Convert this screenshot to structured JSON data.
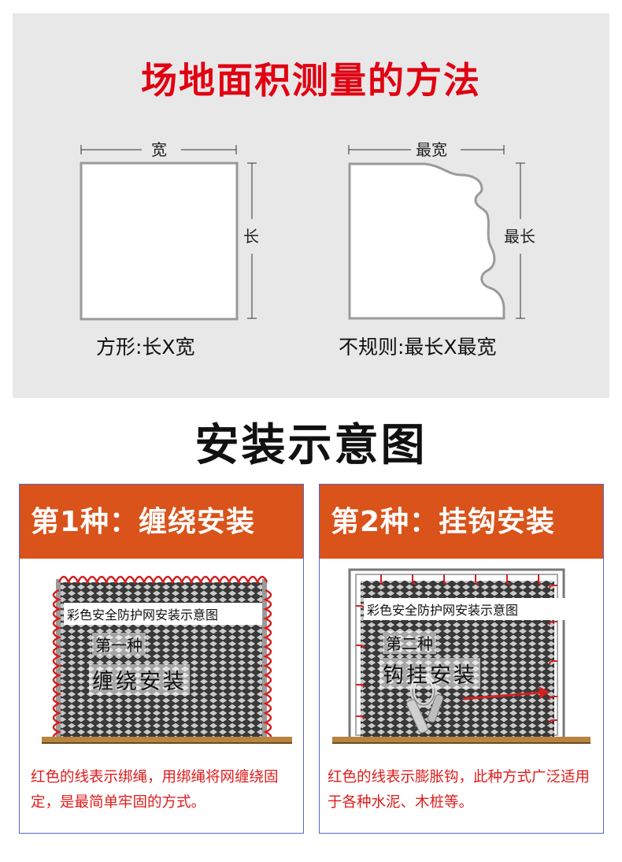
{
  "measurement": {
    "title": "场地面积测量的方法",
    "square": {
      "width_label": "宽",
      "length_label": "长",
      "formula": "方形:长X宽"
    },
    "irregular": {
      "width_label": "最宽",
      "length_label": "最长",
      "formula": "不规则:最长X最宽"
    }
  },
  "installation": {
    "title": "安装示意图",
    "methods": [
      {
        "header": "第1种：缠绕安装",
        "image_caption": "彩色安全防护网安装示意图",
        "image_sub": "第一种",
        "image_main": "缠绕安装",
        "description": "红色的线表示绑绳，用绑绳将网缠绕固定，是最简单牢固的方式。"
      },
      {
        "header": "第2种：挂钩安装",
        "image_caption": "彩色安全防护网安装示意图",
        "image_sub": "第二种",
        "image_main": "钩挂安装",
        "description": "红色的线表示膨胀钩，此种方式广泛适用于各种水泥、木桩等。"
      }
    ]
  },
  "colors": {
    "title_red": "#e00012",
    "header_orange": "#d9531a",
    "rope_red": "#d42020",
    "description_red": "#e01b1b"
  }
}
